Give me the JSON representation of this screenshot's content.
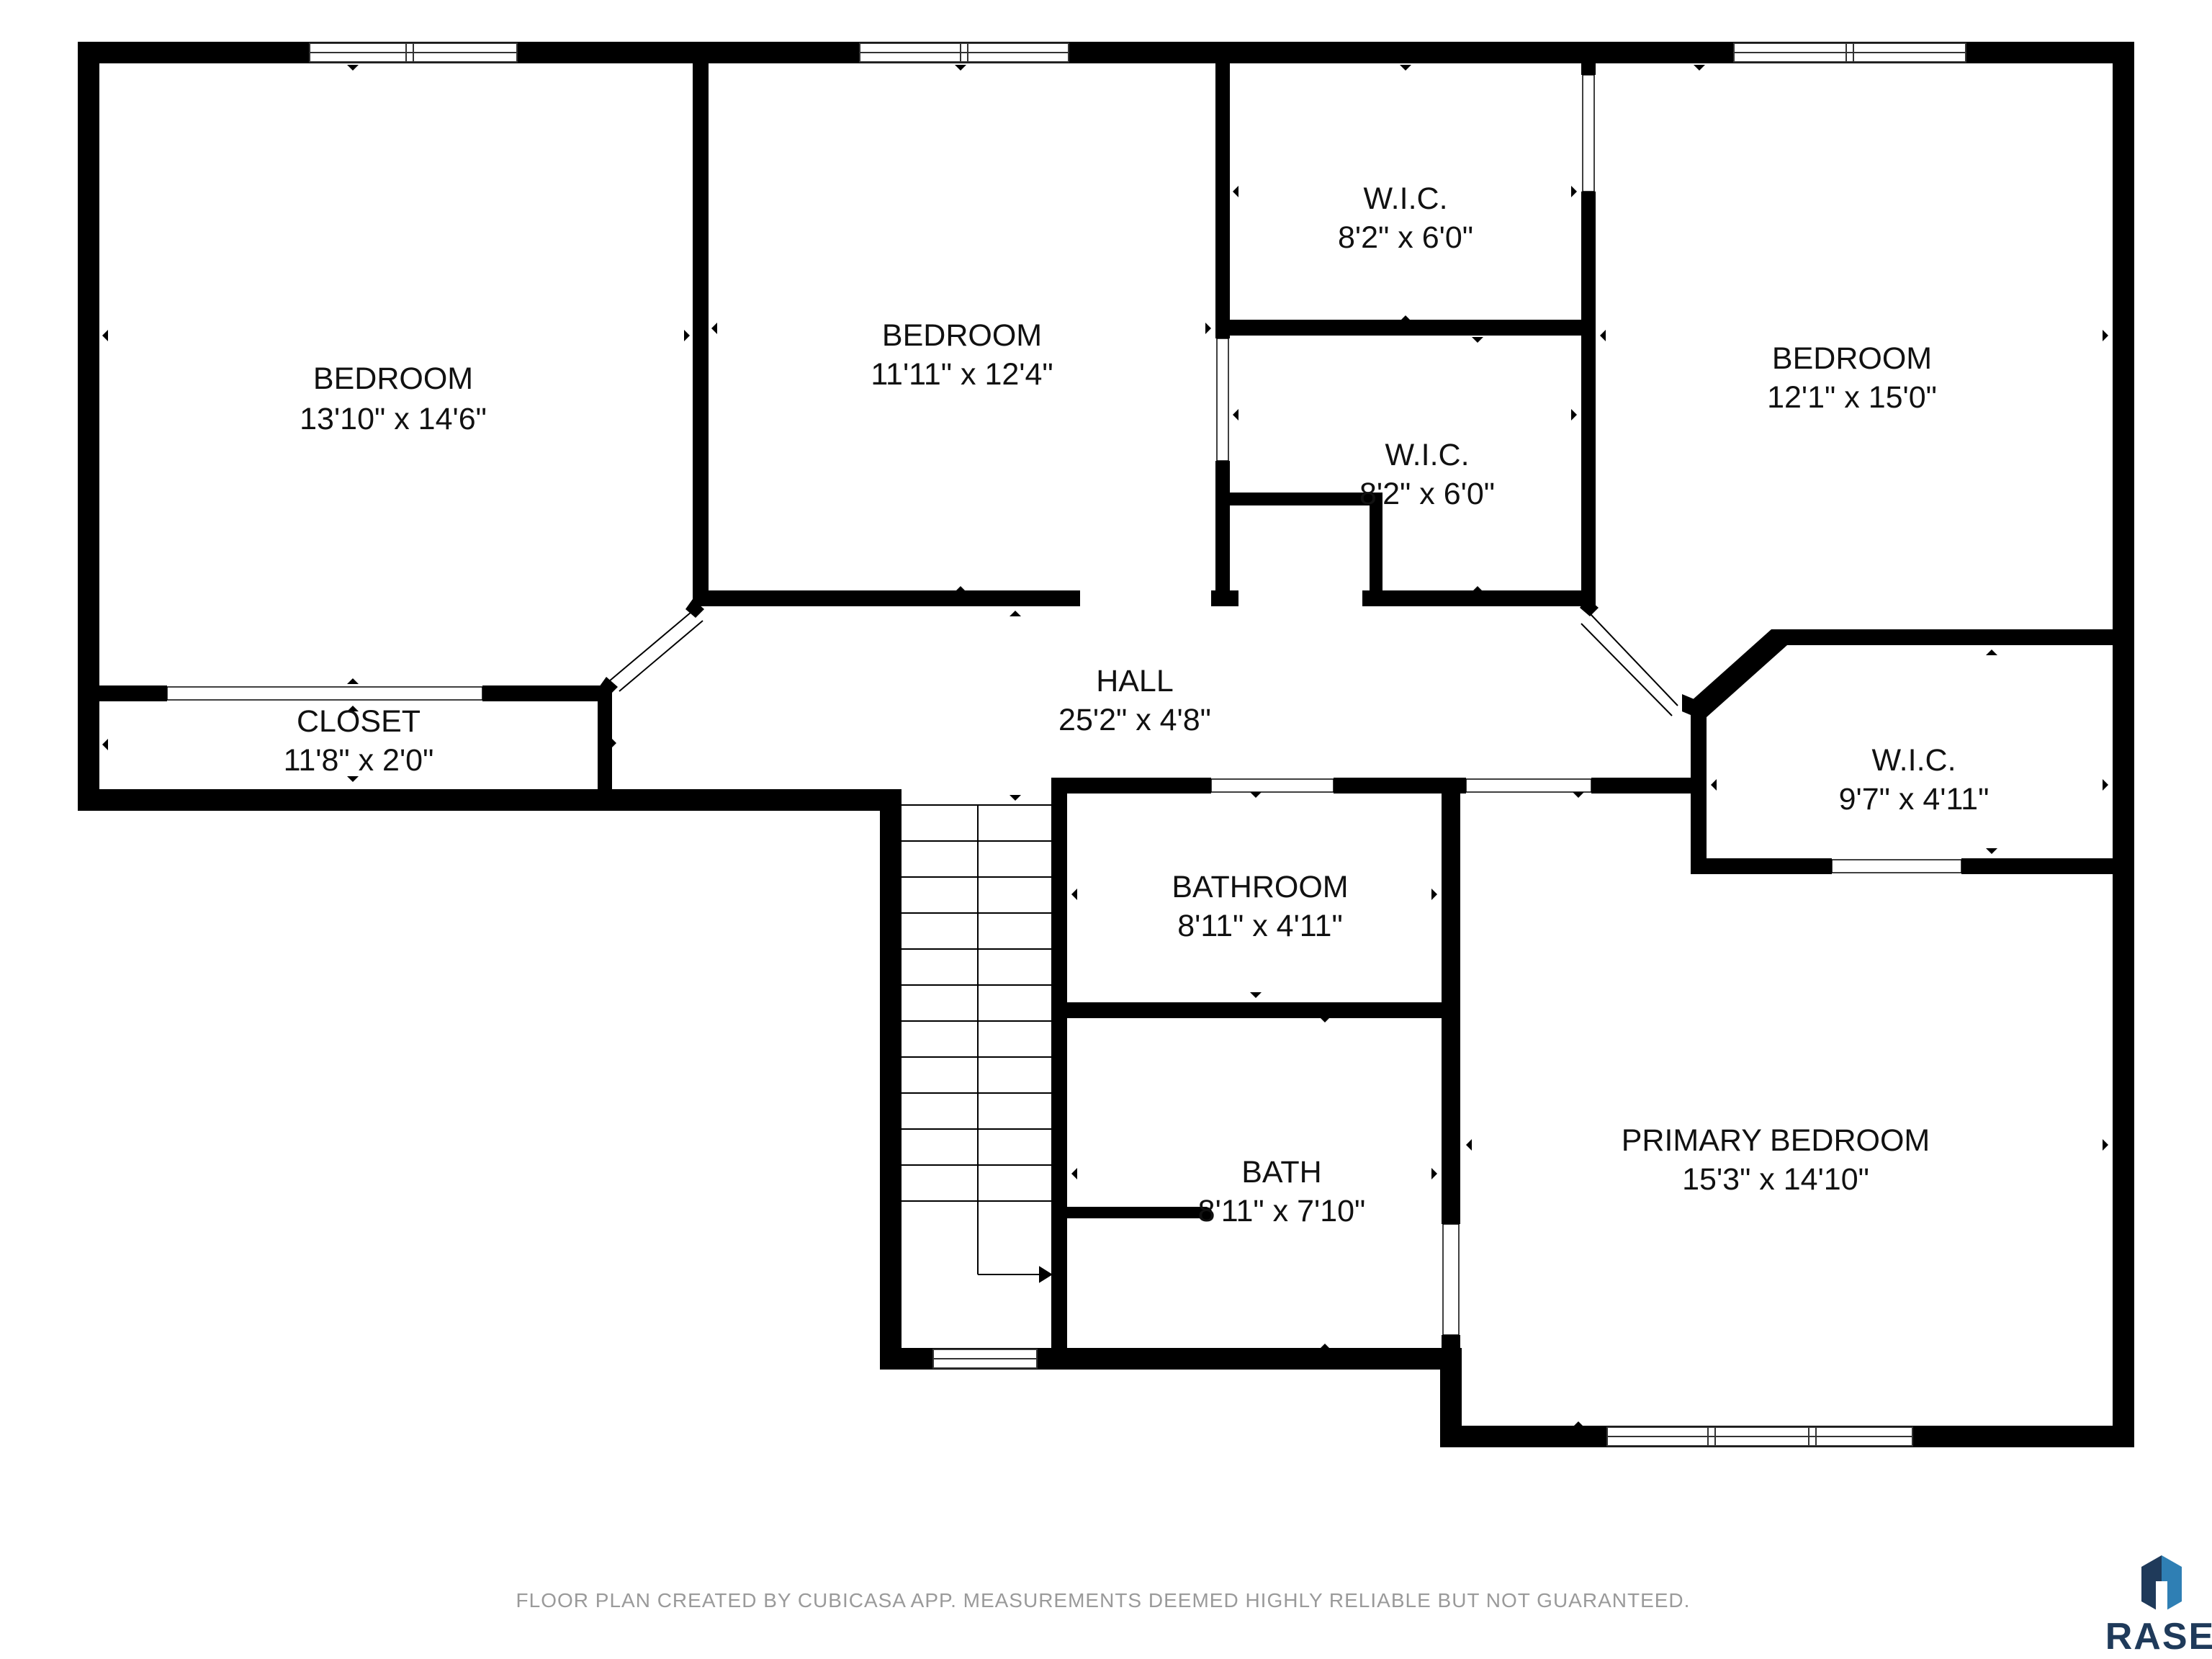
{
  "colors": {
    "wall": "#000000",
    "background": "#ffffff",
    "window_stroke": "#333333",
    "brand_dark": "#1f3a5a",
    "brand_light": "#2f7fb4",
    "footer_text": "#9a9a9a"
  },
  "rooms": [
    {
      "id": "bedroom-1",
      "name": "BEDROOM",
      "size": "13'10\" x 14'6\""
    },
    {
      "id": "bedroom-2",
      "name": "BEDROOM",
      "size": "11'11\" x 12'4\""
    },
    {
      "id": "wic-1",
      "name": "W.I.C.",
      "size": "8'2\" x 6'0\""
    },
    {
      "id": "wic-2",
      "name": "W.I.C.",
      "size": "8'2\" x 6'0\""
    },
    {
      "id": "bedroom-3",
      "name": "BEDROOM",
      "size": "12'1\" x 15'0\""
    },
    {
      "id": "closet",
      "name": "CLOSET",
      "size": "11'8\" x 2'0\""
    },
    {
      "id": "hall",
      "name": "HALL",
      "size": "25'2\" x 4'8\""
    },
    {
      "id": "wic-3",
      "name": "W.I.C.",
      "size": "9'7\" x 4'11\""
    },
    {
      "id": "bathroom",
      "name": "BATHROOM",
      "size": "8'11\" x 4'11\""
    },
    {
      "id": "bath",
      "name": "BATH",
      "size": "8'11\" x 7'10\""
    },
    {
      "id": "primary-bedroom",
      "name": "PRIMARY BEDROOM",
      "size": "15'3\" x 14'10\""
    }
  ],
  "footer": {
    "disclaimer": "FLOOR PLAN CREATED BY CUBICASA APP. MEASUREMENTS DEEMED HIGHLY RELIABLE BUT NOT GUARANTEED."
  },
  "brand": {
    "name": "RASE",
    "icon": "house-logo-icon"
  }
}
